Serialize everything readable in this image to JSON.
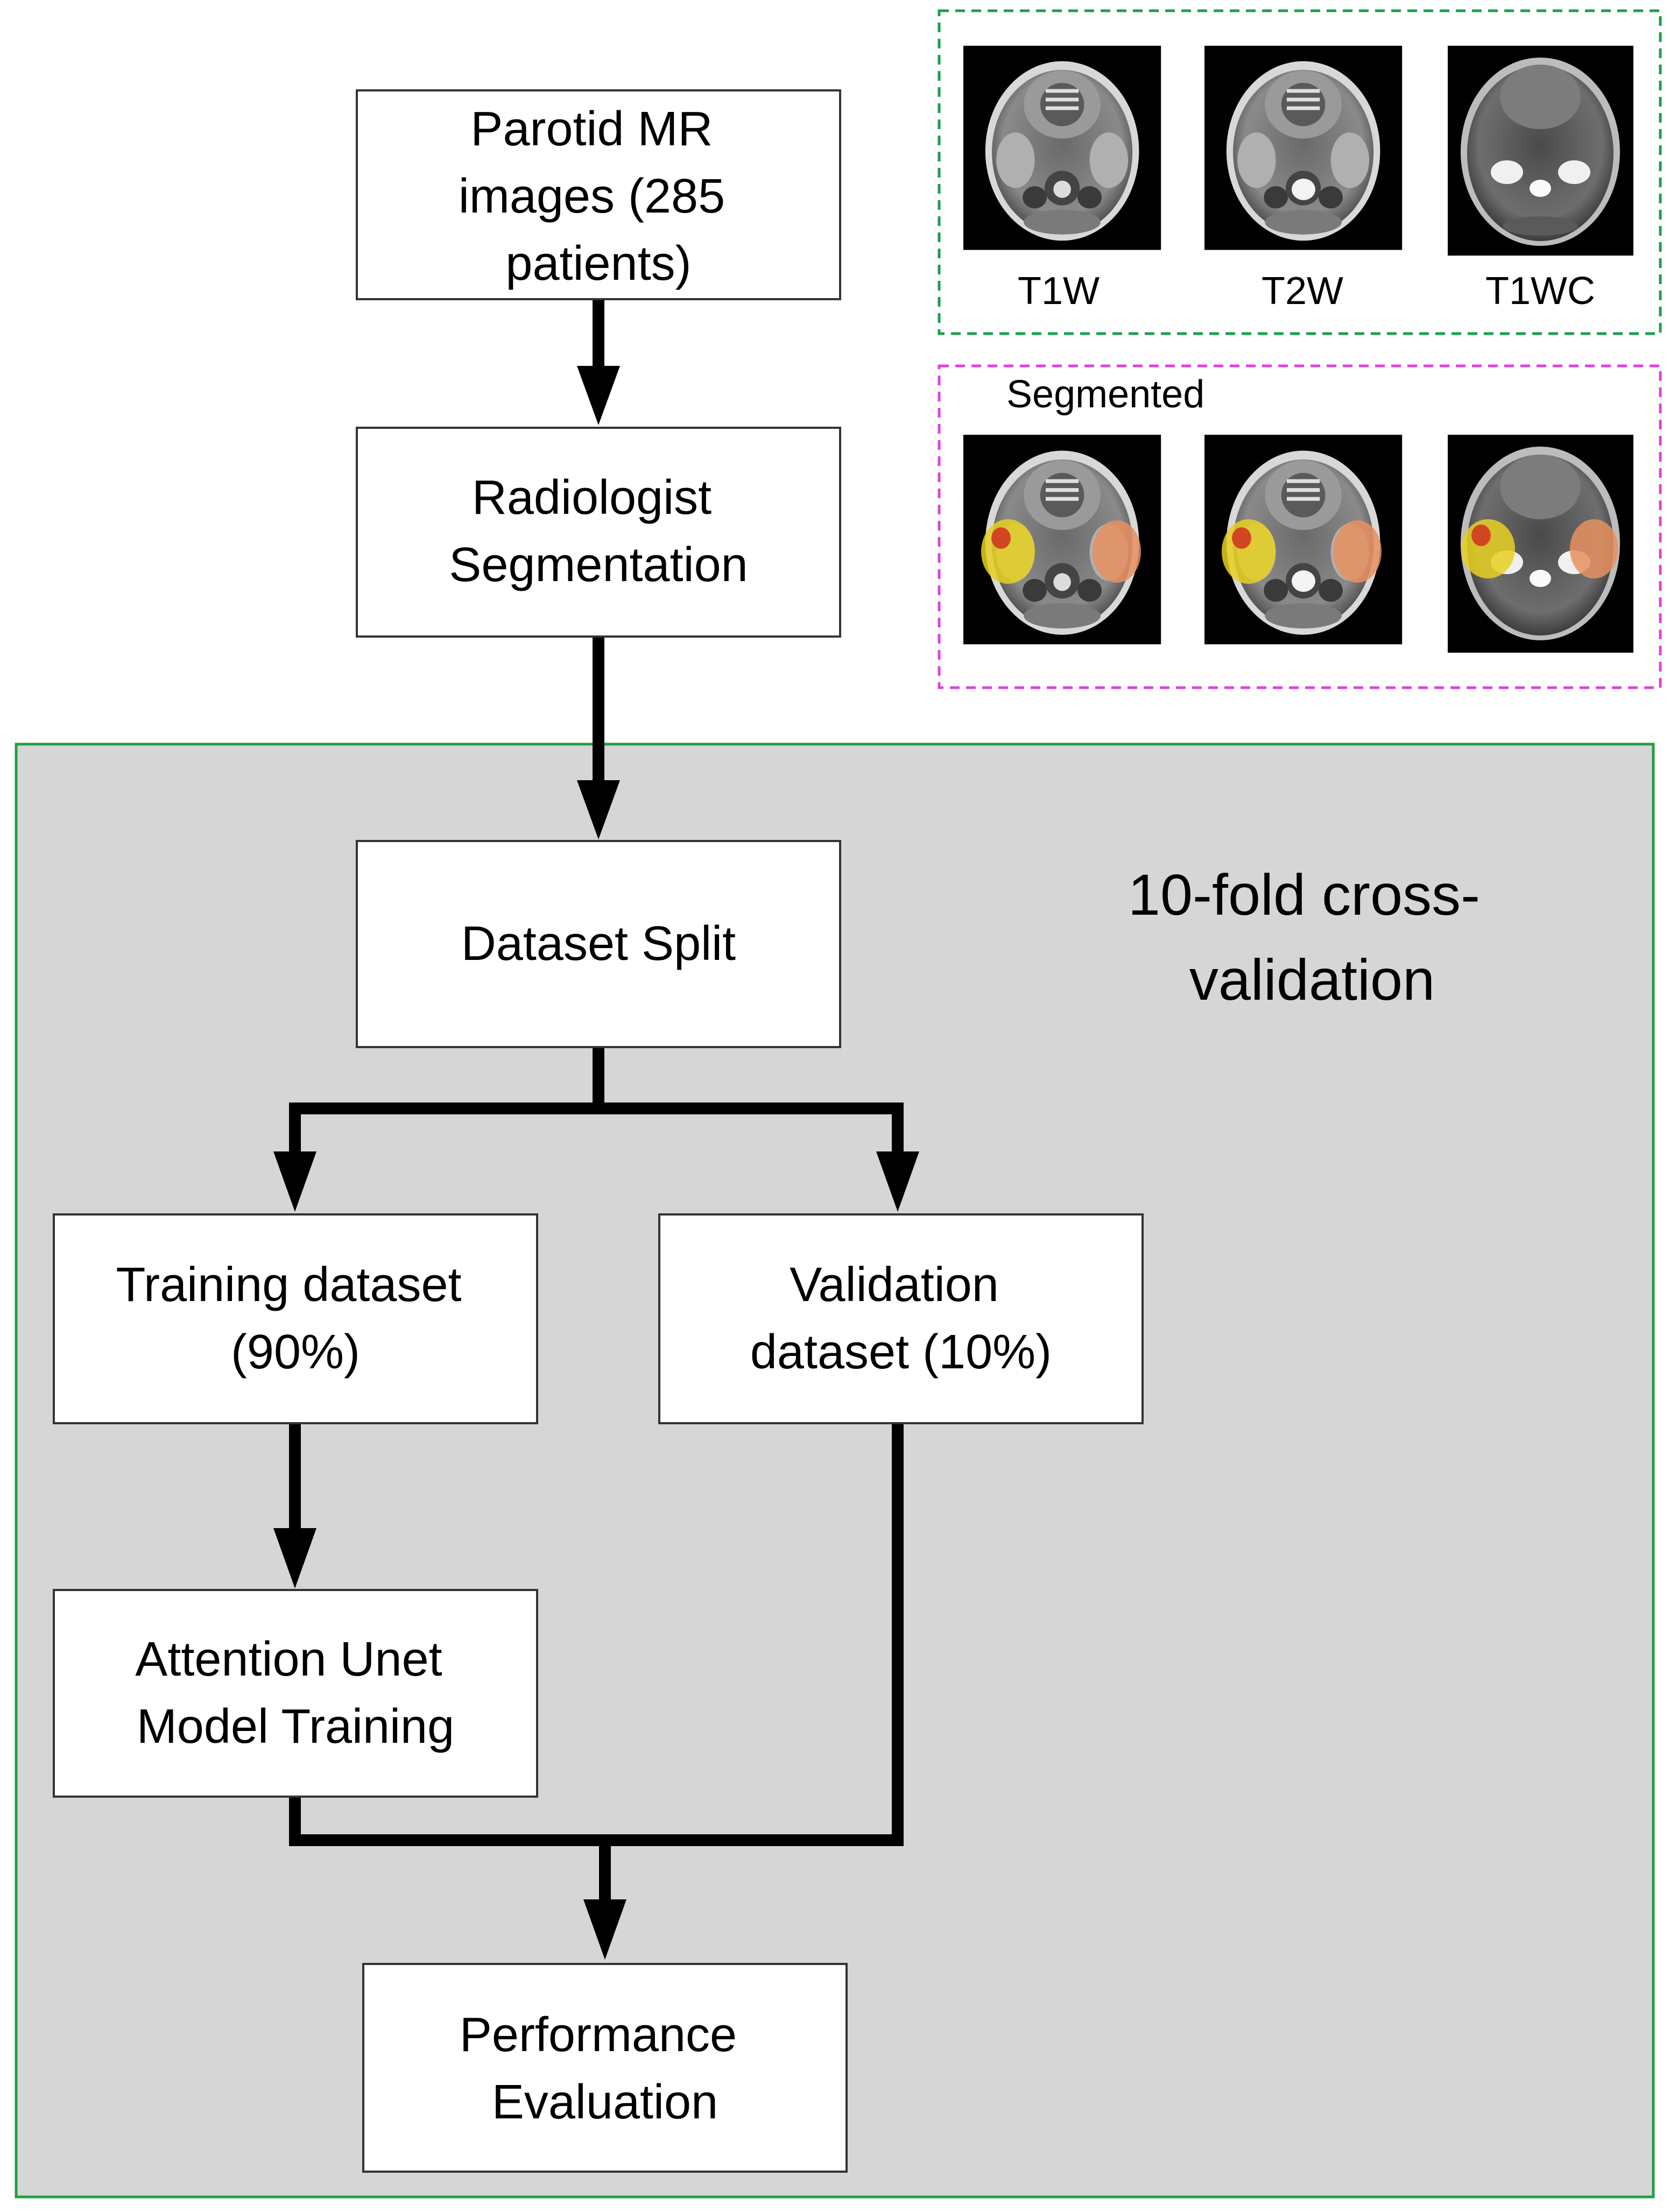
{
  "cv_region": {
    "label_lines": [
      "10-fold cross-",
      "validation"
    ],
    "fill": "#d6d6d6",
    "border": "#20a040"
  },
  "nodes": {
    "parotid": {
      "lines": [
        "Parotid MR",
        "images (285",
        "patients)"
      ]
    },
    "radiologist": {
      "lines": [
        "Radiologist",
        "Segmentation"
      ]
    },
    "split": {
      "lines": [
        "Dataset Split"
      ]
    },
    "training": {
      "lines": [
        "Training dataset",
        "(90%)"
      ]
    },
    "validation": {
      "lines": [
        "Validation",
        "dataset (10%)"
      ]
    },
    "attention": {
      "lines": [
        "Attention Unet",
        "Model Training"
      ]
    },
    "performance": {
      "lines": [
        "Performance",
        "Evaluation"
      ]
    }
  },
  "raw_panel": {
    "border": "#1aa04a",
    "sequences": [
      "T1W",
      "T2W",
      "T1WC"
    ]
  },
  "segmented_panel": {
    "title": "Segmented",
    "border": "#e040e0",
    "overlay_colors": {
      "left_gland": "#e8d020",
      "right_gland": "#e89060",
      "lesion": "#d03020"
    }
  },
  "colors": {
    "arrow": "#000000",
    "box_fill": "#ffffff",
    "box_border": "#333333"
  }
}
